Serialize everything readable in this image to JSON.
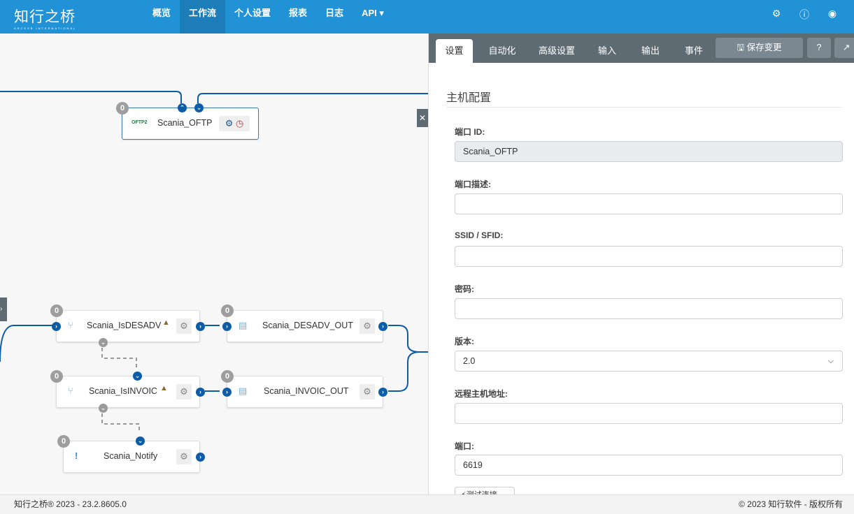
{
  "header": {
    "logo": "知行之桥",
    "logo_sub": "ARCESB INTERNATIONAL",
    "nav": [
      "概览",
      "工作流",
      "个人设置",
      "报表",
      "日志",
      "API ▾"
    ],
    "active": "工作流"
  },
  "canvas": {
    "nodes": [
      {
        "name": "Scania_OFTP",
        "count": "0",
        "icon": "OFTP2"
      },
      {
        "name": "Scania_IsDESADV",
        "count": "0"
      },
      {
        "name": "Scania_DESADV_OUT",
        "count": "0"
      },
      {
        "name": "Scania_IsINVOIC",
        "count": "0"
      },
      {
        "name": "Scania_INVOIC_OUT",
        "count": "0"
      },
      {
        "name": "Scania_Notify",
        "count": "0"
      }
    ]
  },
  "panel": {
    "tabs": [
      "设置",
      "自动化",
      "高级设置",
      "输入",
      "输出",
      "事件"
    ],
    "save": "保存变更",
    "heading": "主机配置",
    "fields": [
      {
        "label": "端口 ID:",
        "value": "Scania_OFTP"
      },
      {
        "label": "端口描述:",
        "value": ""
      },
      {
        "label": "SSID / SFID:",
        "value": ""
      },
      {
        "label": "密码:",
        "value": ""
      },
      {
        "label": "版本:",
        "value": "2.0"
      },
      {
        "label": "远程主机地址:",
        "value": ""
      },
      {
        "label": "端口:",
        "value": "6619"
      }
    ],
    "test_button": "⚡测试连接"
  },
  "footer": {
    "left": "知行之桥® 2023 - 23.2.8605.0",
    "right": "© 2023 知行软件 - 版权所有"
  },
  "colors": {
    "header": "#2292d6",
    "connector": "#0d5ca8",
    "tabbar": "#5e6b73"
  }
}
